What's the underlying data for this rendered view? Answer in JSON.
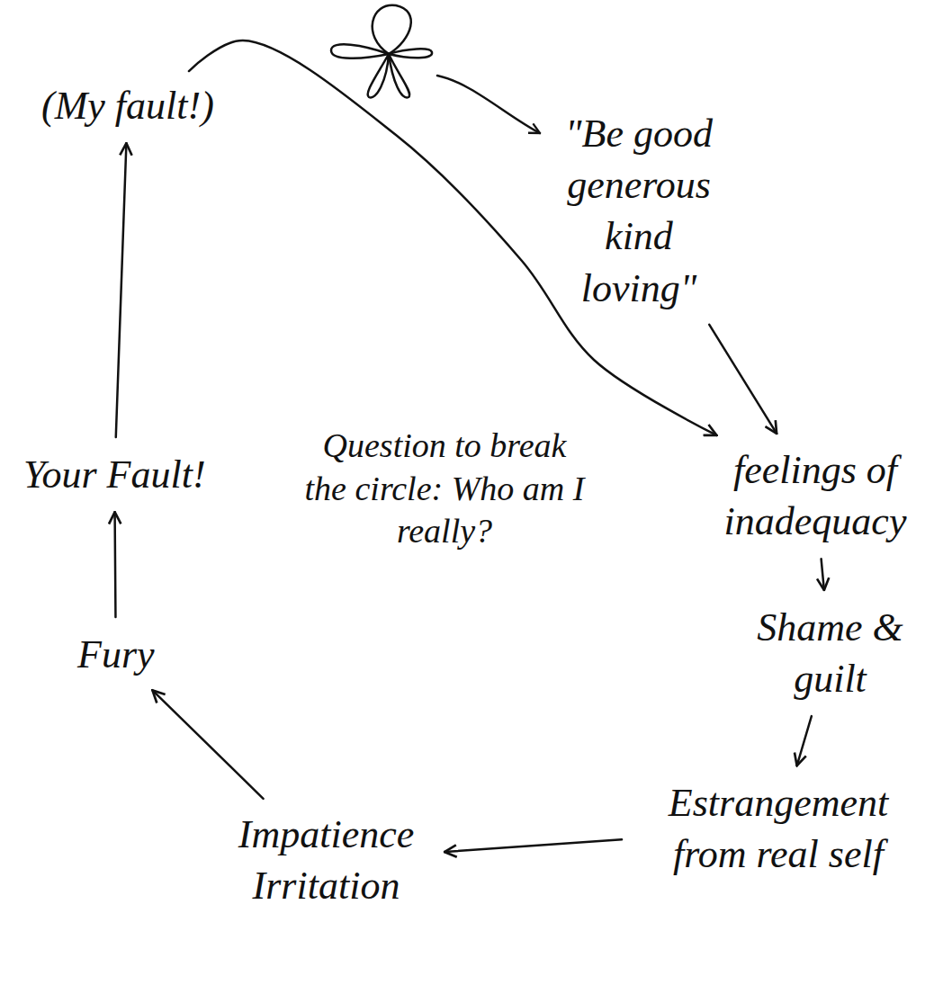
{
  "diagram": {
    "nodes": [
      {
        "text": [
          "\"Be good generous kind loving\""
        ]
      },
      {
        "text": [
          "feelings of inadequacy"
        ]
      },
      {
        "text": [
          "Shame & guilt"
        ]
      },
      {
        "text": [
          "Estrangement from real self"
        ]
      },
      {
        "text": [
          "Impatience Irritation"
        ]
      },
      {
        "text": [
          "Fury"
        ]
      },
      {
        "text": [
          "Your Fault!"
        ]
      },
      {
        "text": [
          "(My fault!)"
        ]
      }
    ],
    "edges": [
      {
        "from": 0,
        "to": 1,
        "arrow": "to"
      },
      {
        "from": 1,
        "to": 2,
        "arrow": "to"
      },
      {
        "from": 2,
        "to": 3,
        "arrow": "to"
      },
      {
        "from": 3,
        "to": 4,
        "arrow": "to"
      },
      {
        "from": 4,
        "to": 5,
        "arrow": "to"
      },
      {
        "from": 5,
        "to": 6,
        "arrow": "to"
      },
      {
        "from": 6,
        "to": 7,
        "arrow": "to"
      },
      {
        "from": 7,
        "to": 1,
        "arrow": "to"
      }
    ],
    "labels": [
      "Question to break the circle: Who am I really?"
    ]
  }
}
